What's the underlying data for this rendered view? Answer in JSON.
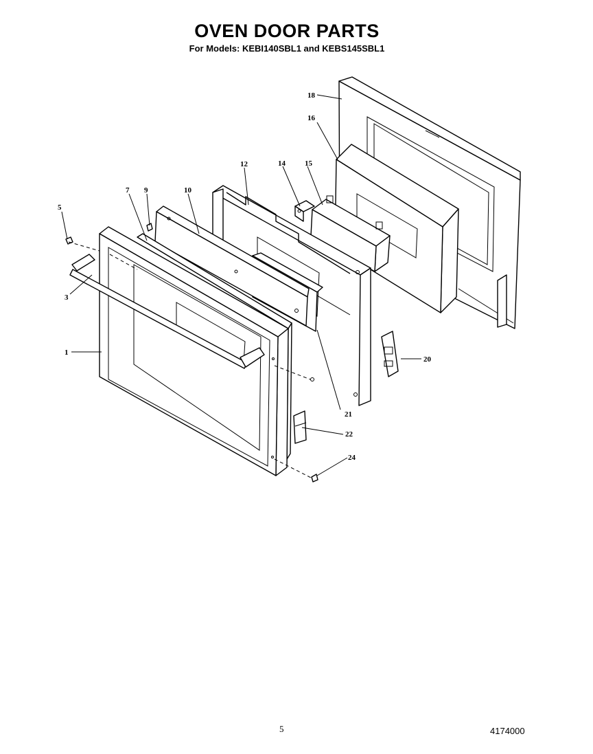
{
  "header": {
    "title": "OVEN DOOR PARTS",
    "subtitle": "For Models: KEBI140SBL1 and KEBS145SBL1"
  },
  "callouts": {
    "c1": "1",
    "c3": "3",
    "c5": "5",
    "c7": "7",
    "c9": "9",
    "c10": "10",
    "c12": "12",
    "c14": "14",
    "c15": "15",
    "c16": "16",
    "c18": "18",
    "c20": "20",
    "c21": "21",
    "c22": "22",
    "c24": "24"
  },
  "footer": {
    "page_number": "5",
    "document_number": "4174000"
  }
}
